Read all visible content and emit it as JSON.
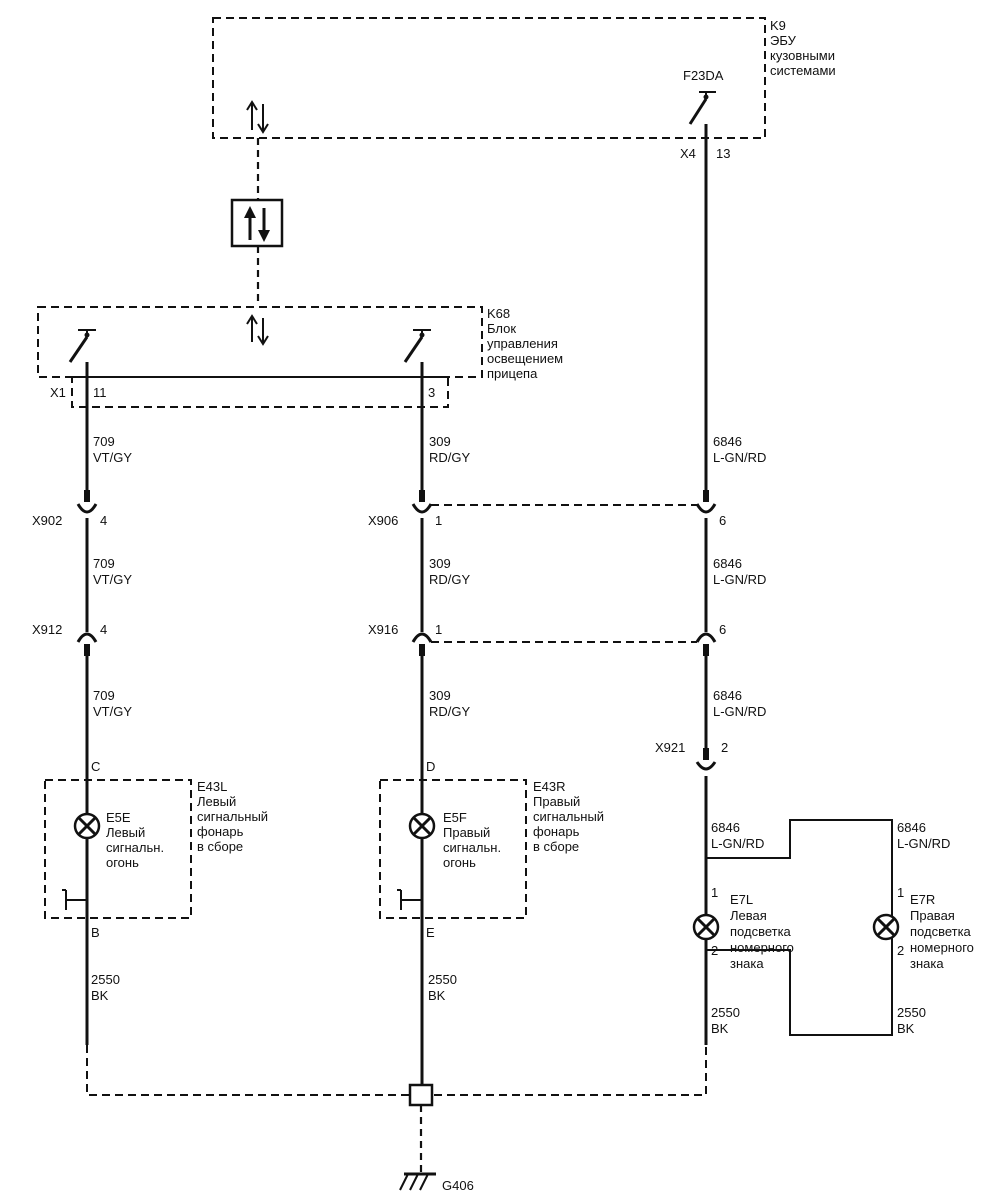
{
  "k9": {
    "id": "K9",
    "line1": "ЭБУ",
    "line2": "кузовными",
    "line3": "системами",
    "output": "F23DA",
    "connector": "X4",
    "pin": "13"
  },
  "k68": {
    "id": "K68",
    "line1": "Блок",
    "line2": "управления",
    "line3": "освещением",
    "line4": "прицепа",
    "connector": "X1",
    "pin_left": "11",
    "pin_right": "3"
  },
  "wires": {
    "left": {
      "circuit": "709",
      "color": "VT/GY"
    },
    "mid": {
      "circuit": "309",
      "color": "RD/GY"
    },
    "right": {
      "circuit": "6846",
      "color": "L-GN/RD"
    },
    "ground": {
      "circuit": "2550",
      "color": "BK"
    }
  },
  "connectors": {
    "x902": {
      "name": "X902",
      "pin": "4"
    },
    "x906": {
      "name": "X906",
      "pin": "1",
      "pin2": "6"
    },
    "x912": {
      "name": "X912",
      "pin": "4"
    },
    "x916": {
      "name": "X916",
      "pin": "1",
      "pin2": "6"
    },
    "x921": {
      "name": "X921",
      "pin": "2"
    }
  },
  "e43l": {
    "id": "E43L",
    "line1": "Левый",
    "line2": "сигнальный",
    "line3": "фонарь",
    "line4": "в сборе",
    "pin_top": "C",
    "pin_bottom": "B",
    "lamp_id": "E5E",
    "lamp_line1": "Левый",
    "lamp_line2": "сигнальн.",
    "lamp_line3": "огонь"
  },
  "e43r": {
    "id": "E43R",
    "line1": "Правый",
    "line2": "сигнальный",
    "line3": "фонарь",
    "line4": "в сборе",
    "pin_top": "D",
    "pin_bottom": "E",
    "lamp_id": "E5F",
    "lamp_line1": "Правый",
    "lamp_line2": "сигнальн.",
    "lamp_line3": "огонь"
  },
  "e7l": {
    "id": "E7L",
    "line1": "Левая",
    "line2": "подсветка",
    "line3": "номерного",
    "line4": "знака",
    "pin1": "1",
    "pin2": "2"
  },
  "e7r": {
    "id": "E7R",
    "line1": "Правая",
    "line2": "подсветка",
    "line3": "номерного",
    "line4": "знака",
    "pin1": "1",
    "pin2": "2"
  },
  "ground": {
    "id": "G406"
  }
}
